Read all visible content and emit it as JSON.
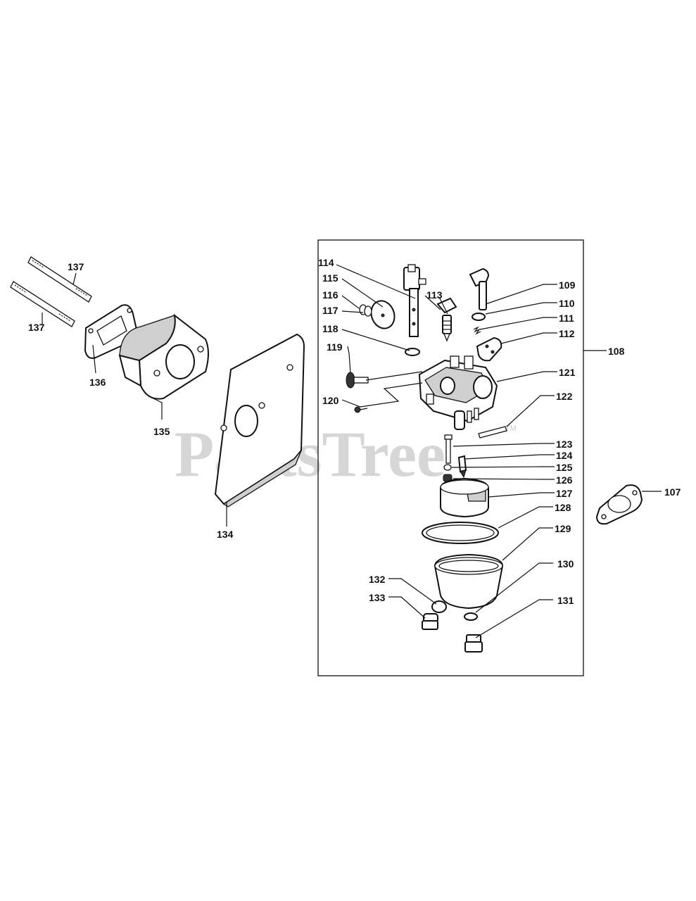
{
  "watermark": {
    "text": "PartsTree",
    "mark": "TM"
  },
  "callouts": {
    "c107": "107",
    "c108": "108",
    "c109": "109",
    "c110": "110",
    "c111": "111",
    "c112": "112",
    "c113": "113",
    "c114": "114",
    "c115": "115",
    "c116": "116",
    "c117": "117",
    "c118": "118",
    "c119": "119",
    "c120": "120",
    "c121": "121",
    "c122": "122",
    "c123": "123",
    "c124": "124",
    "c125": "125",
    "c126": "126",
    "c127": "127",
    "c128": "128",
    "c129": "129",
    "c130": "130",
    "c131": "131",
    "c132": "132",
    "c133": "133",
    "c134": "134",
    "c135": "135",
    "c136": "136",
    "c137a": "137",
    "c137b": "137"
  }
}
